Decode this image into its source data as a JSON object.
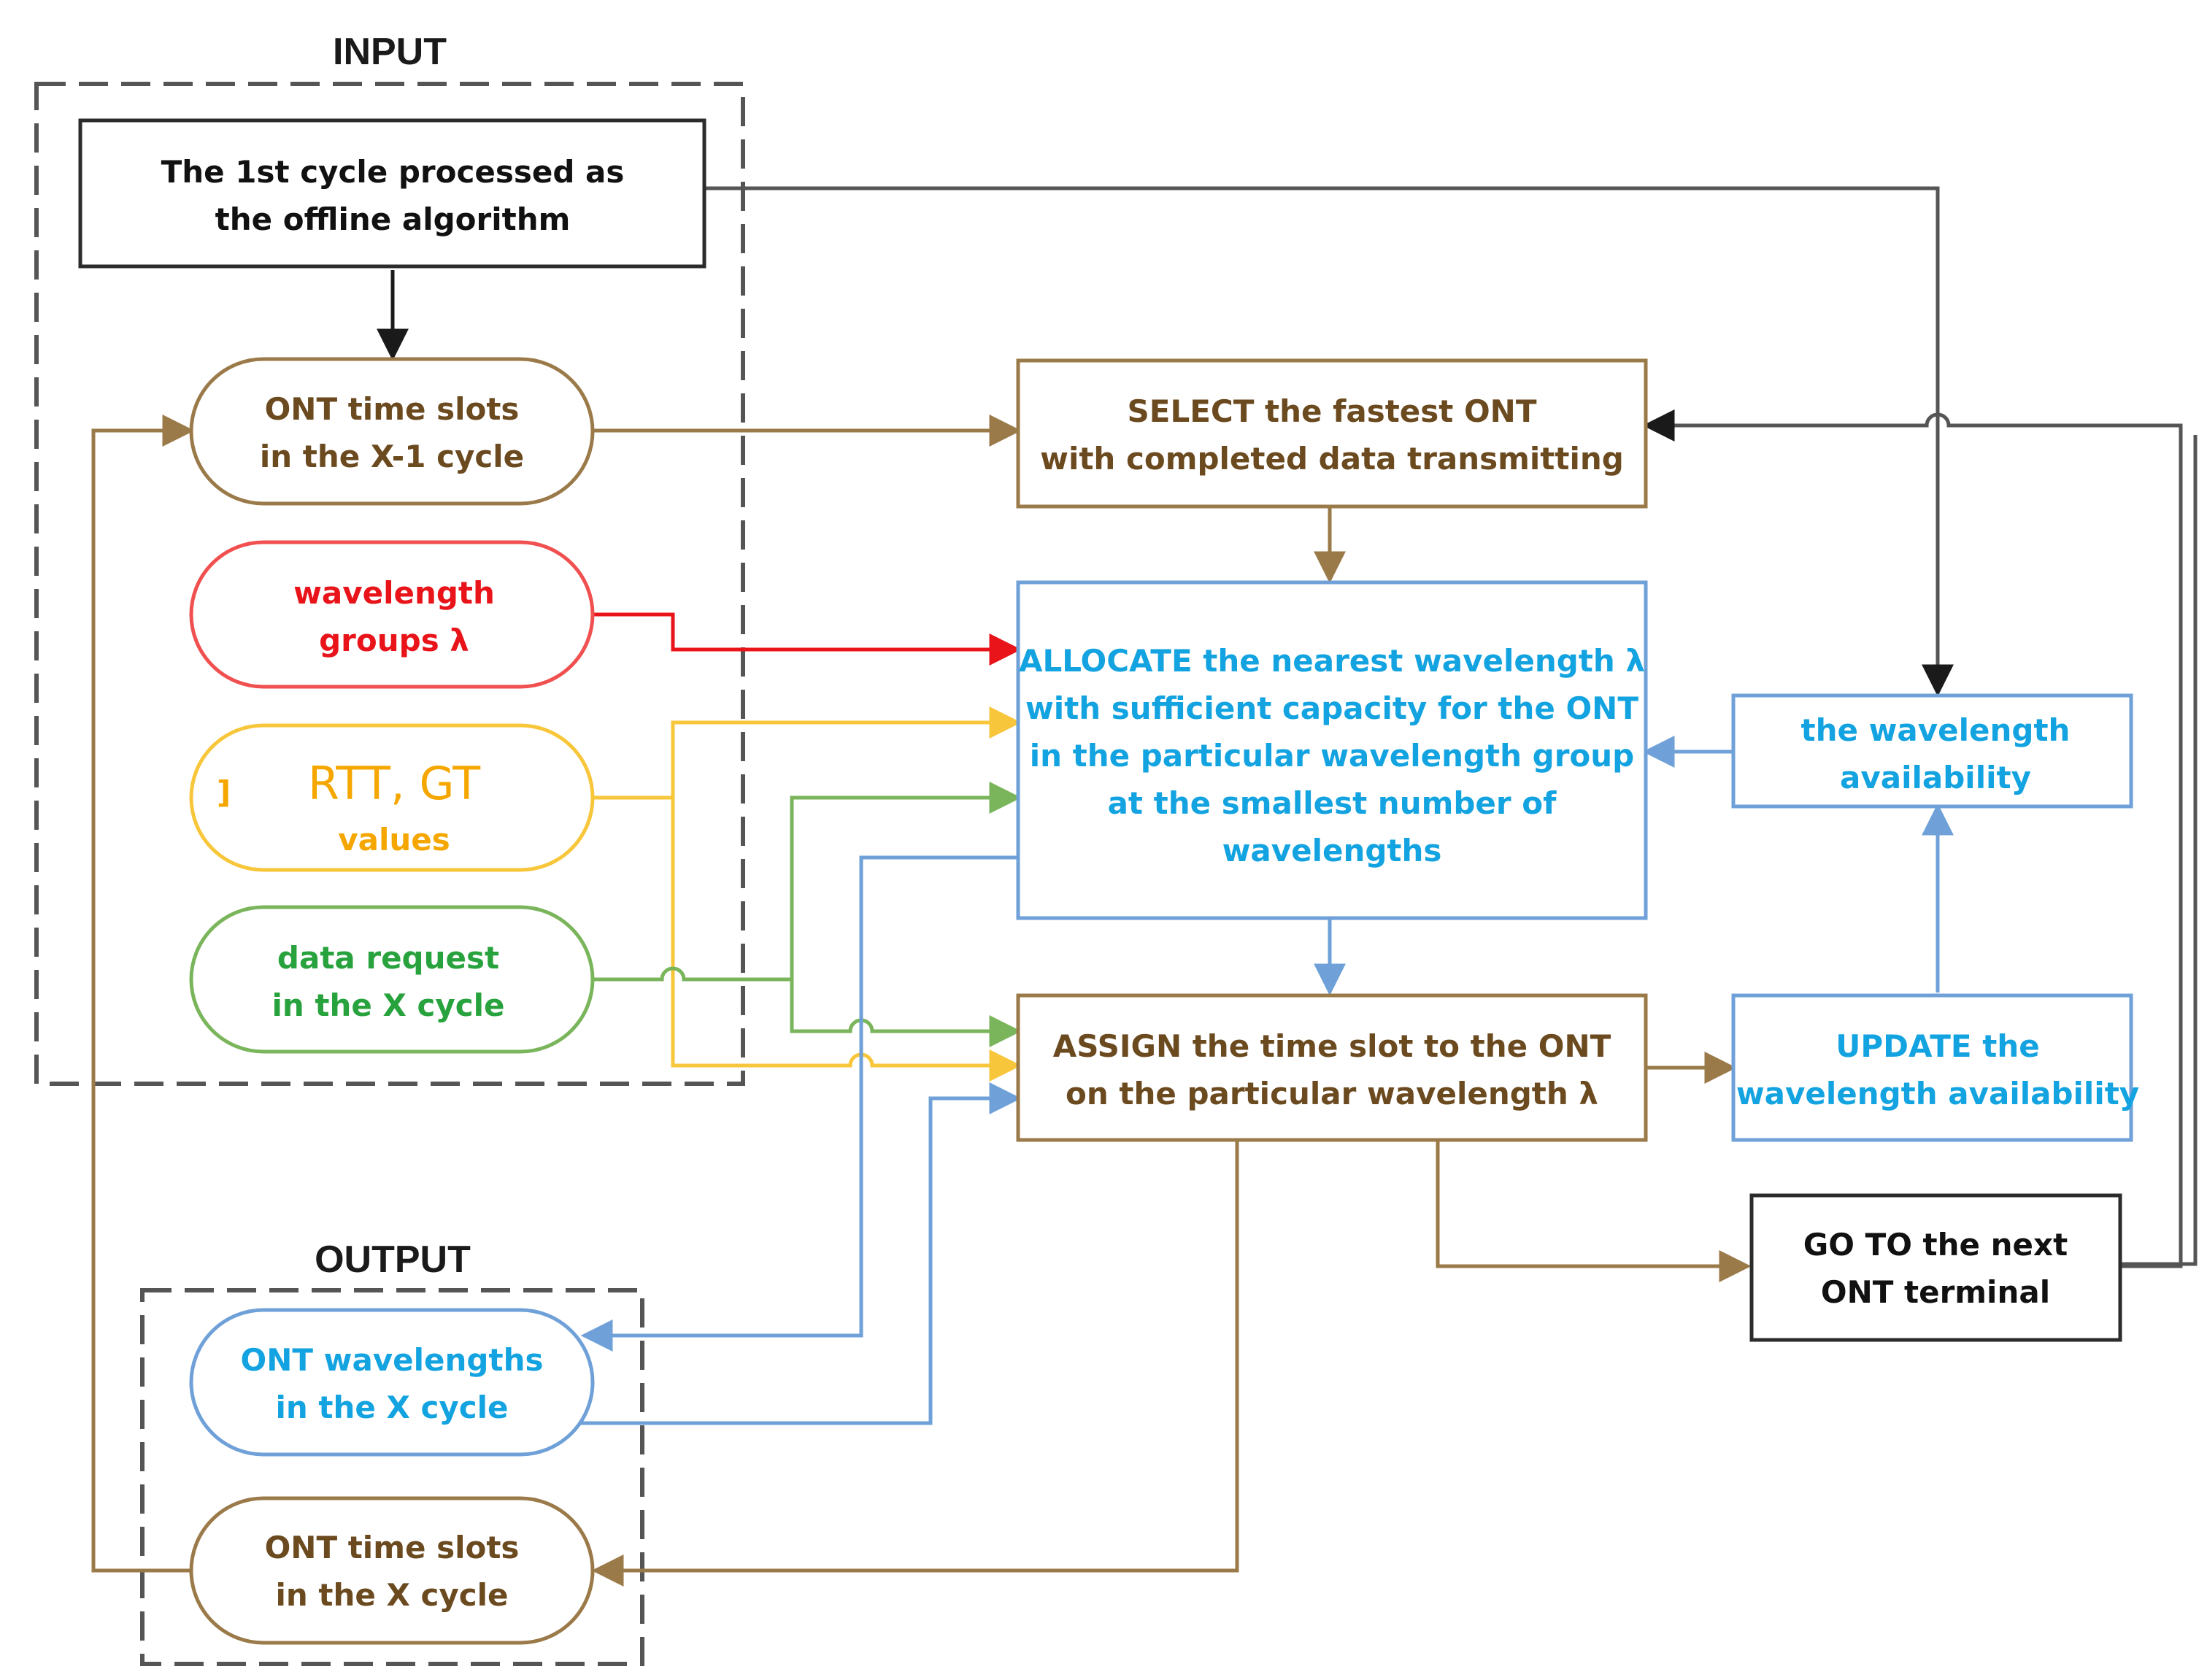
{
  "colors": {
    "black": "#1a1a1a",
    "brown": "#9b7a4a",
    "red": "#f0504f",
    "yellow": "#f8c63a",
    "green": "#7ab55c",
    "blue": "#6fa1d8",
    "blue_text": "#13a3e0",
    "gray_dash": "#555555"
  },
  "groups": {
    "input_title": "INPUT",
    "output_title": "OUTPUT"
  },
  "nodes": {
    "first_cycle": {
      "line1": "The 1st cycle processed as",
      "line2": "the offline algorithm"
    },
    "ont_slots_prev": {
      "line1": "ONT time slots",
      "line2": "in the X-1 cycle"
    },
    "wavelength_groups": {
      "line1": "wavelength",
      "line2": "groups λ"
    },
    "rtt_gt": {
      "line1": "RTT, GT",
      "line2": "values",
      "stray_mark": "]"
    },
    "data_request": {
      "line1": "data request",
      "line2": "in the X cycle"
    },
    "select": {
      "line1": "SELECT the fastest ONT",
      "line2": "with completed data transmitting"
    },
    "allocate": {
      "line1": "ALLOCATE the nearest wavelength λ",
      "line2": "with sufficient capacity for the ONT",
      "line3": "in the particular wavelength group",
      "line4": "at the smallest number of",
      "line5": "wavelengths"
    },
    "availability": {
      "line1": "the wavelength",
      "line2": "availability"
    },
    "assign": {
      "line1": "ASSIGN the time slot to the ONT",
      "line2": "on the particular wavelength λ"
    },
    "update": {
      "line1": "UPDATE the",
      "line2": "wavelength availability"
    },
    "goto": {
      "line1": "GO TO the next",
      "line2": "ONT terminal"
    },
    "ont_wavelengths": {
      "line1": "ONT wavelengths",
      "line2": "in the X cycle"
    },
    "ont_slots_x": {
      "line1": "ONT time slots",
      "line2": "in the X cycle"
    }
  }
}
